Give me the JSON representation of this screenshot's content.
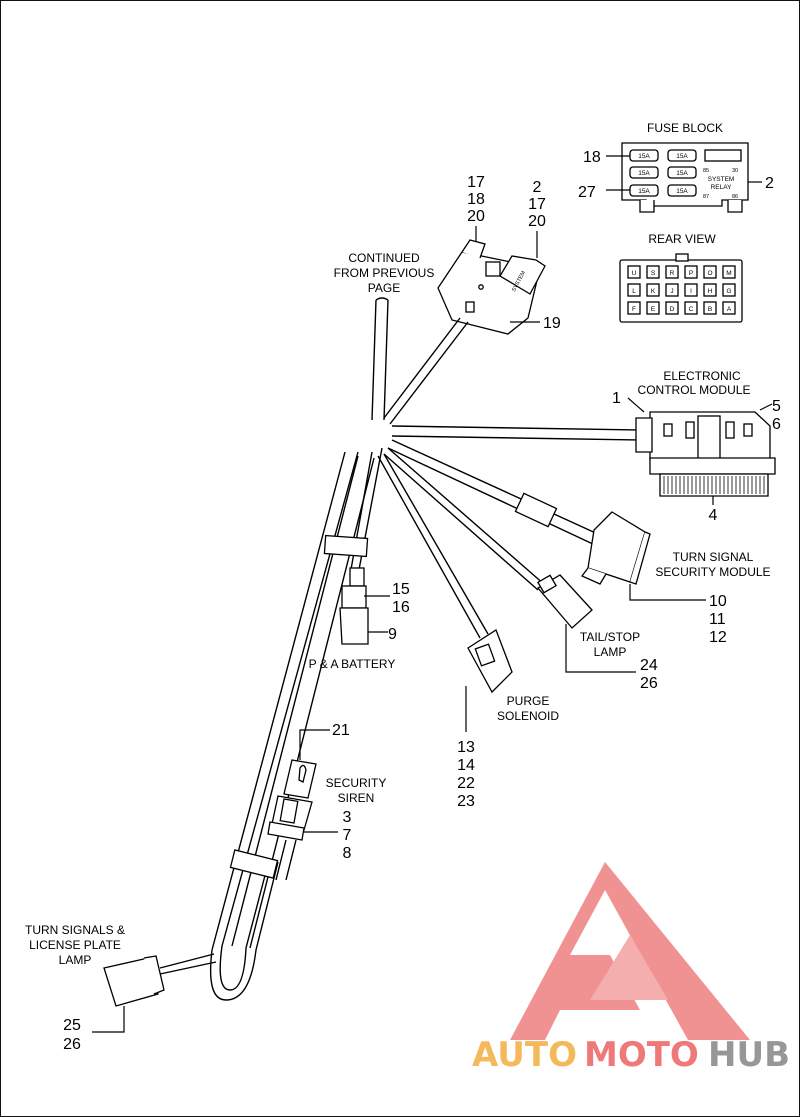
{
  "diagram": {
    "labels": {
      "fuse_block": "FUSE BLOCK",
      "rear_view": "REAR VIEW",
      "continued_1": "CONTINUED",
      "continued_2": "FROM PREVIOUS",
      "continued_3": "PAGE",
      "ecm_1": "ELECTRONIC",
      "ecm_2": "CONTROL MODULE",
      "tssm_1": "TURN SIGNAL",
      "tssm_2": "SECURITY MODULE",
      "tail_1": "TAIL/STOP",
      "tail_2": "LAMP",
      "purge_1": "PURGE",
      "purge_2": "SOLENOID",
      "battery": "P & A BATTERY",
      "siren_1": "SECURITY",
      "siren_2": "SIREN",
      "turn_1": "TURN SIGNALS &",
      "turn_2": "LICENSE PLATE",
      "turn_3": "LAMP"
    },
    "fuse_block": {
      "fuse_rating": "15A",
      "relay_label_1": "SYSTEM",
      "relay_label_2": "RELAY",
      "pins": [
        "85",
        "30",
        "87",
        "86"
      ],
      "holder_label": "SYSTEM"
    },
    "rear_view_pins": [
      [
        "U",
        "S",
        "R",
        "P",
        "O",
        "M"
      ],
      [
        "L",
        "K",
        "J",
        "I",
        "H",
        "G"
      ],
      [
        "F",
        "E",
        "D",
        "C",
        "B",
        "A"
      ]
    ],
    "callouts": {
      "holder_left": [
        "17",
        "18",
        "20"
      ],
      "holder_right": [
        "2",
        "17",
        "20"
      ],
      "holder_base": "19",
      "fuse_left_top": "18",
      "fuse_left_bottom": "27",
      "fuse_right": "2",
      "ecm_left": "1",
      "ecm_right": [
        "5",
        "6"
      ],
      "ecm_bottom": "4",
      "tssm": [
        "10",
        "11",
        "12"
      ],
      "tail": [
        "24",
        "26"
      ],
      "purge": [
        "13",
        "14",
        "22",
        "23"
      ],
      "battery_top": [
        "15",
        "16"
      ],
      "battery_bottom": "9",
      "siren_top": "21",
      "siren_bottom": [
        "3",
        "7",
        "8"
      ],
      "turn_lamp": [
        "25",
        "26"
      ]
    }
  },
  "watermark": {
    "part1": "AUTO",
    "part2": "MOTO",
    "part3": "HUB",
    "colors": {
      "orange": "#f3b24a",
      "red": "#ee6a6a",
      "gray": "#8c8c8c",
      "triangle": "#ef7f7f"
    }
  }
}
